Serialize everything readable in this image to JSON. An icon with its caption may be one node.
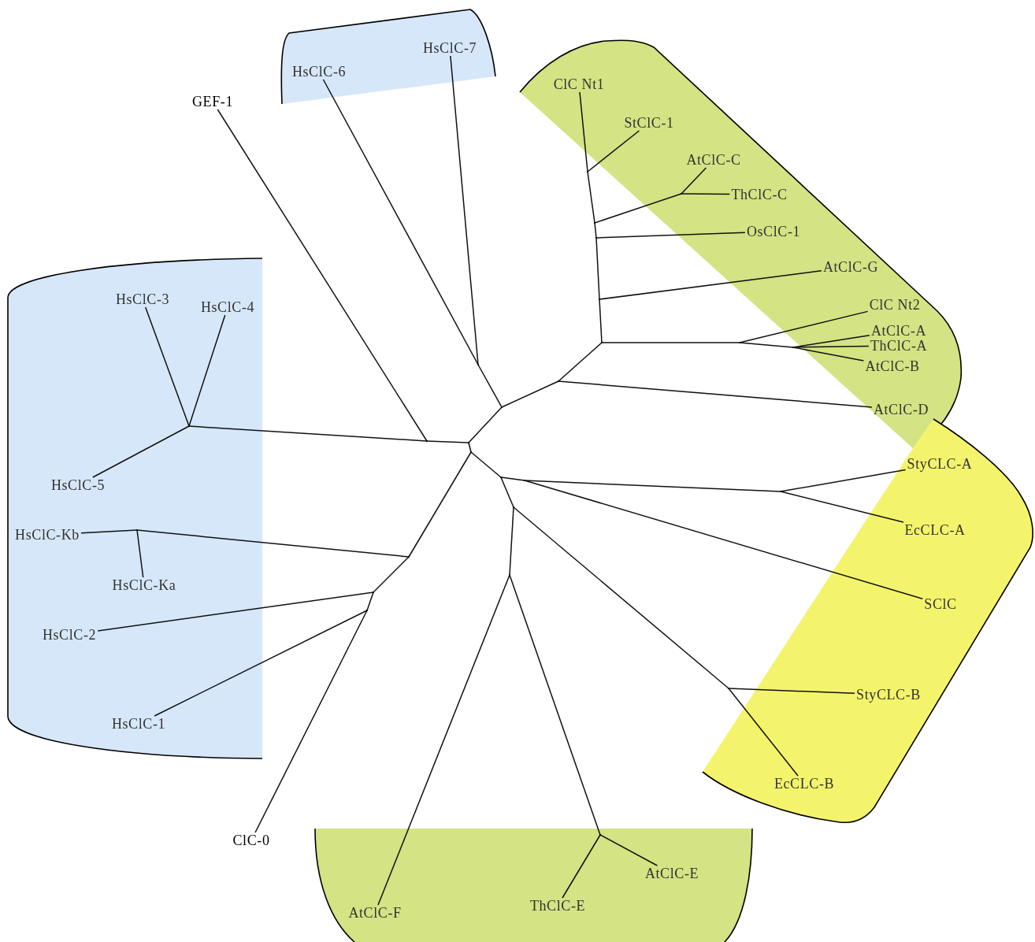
{
  "diagram": {
    "nodes": [
      {
        "text": [],
        "shape": "band"
      },
      {
        "text": [
          "HsClC-6"
        ],
        "in": 0
      },
      {
        "text": [
          "HsClC-7"
        ],
        "in": 0
      },
      {
        "text": [],
        "shape": "band"
      },
      {
        "text": [
          "ClC Nt1"
        ],
        "in": 3
      },
      {
        "text": [
          "StClC-1"
        ],
        "in": 3
      },
      {
        "text": [
          "AtClC-C"
        ],
        "in": 3
      },
      {
        "text": [
          "ThClC-C"
        ],
        "in": 3
      },
      {
        "text": [
          "OsClC-1"
        ],
        "in": 3
      },
      {
        "text": [
          "AtClC-G"
        ],
        "in": 3
      },
      {
        "text": [
          "ClC Nt2"
        ],
        "in": 3
      },
      {
        "text": [
          "AtClC-A"
        ],
        "in": 3
      },
      {
        "text": [
          "ThClC-A"
        ],
        "in": 3
      },
      {
        "text": [
          "AtClC-B"
        ],
        "in": 3
      },
      {
        "text": [
          "AtClC-D"
        ],
        "in": 3
      },
      {
        "text": [],
        "shape": "band"
      },
      {
        "text": [
          "HsClC-3"
        ],
        "in": 15
      },
      {
        "text": [
          "HsClC-4"
        ],
        "in": 15
      },
      {
        "text": [
          "HsClC-5"
        ],
        "in": 15
      },
      {
        "text": [
          "HsClC-Kb"
        ],
        "in": 15
      },
      {
        "text": [
          "HsClC-Ka"
        ],
        "in": 15
      },
      {
        "text": [
          "HsClC-2"
        ],
        "in": 15
      },
      {
        "text": [
          "HsClC-1"
        ],
        "in": 15
      },
      {
        "text": [],
        "shape": "band"
      },
      {
        "text": [
          "StyCLC-A"
        ],
        "in": 23
      },
      {
        "text": [
          "EcCLC-A"
        ],
        "in": 23
      },
      {
        "text": [
          "SClC"
        ],
        "in": 23
      },
      {
        "text": [
          "StyCLC-B"
        ],
        "in": 23
      },
      {
        "text": [
          "EcCLC-B"
        ],
        "in": 23
      },
      {
        "text": [],
        "shape": "band"
      },
      {
        "text": [
          "AtClC-F"
        ],
        "in": 29
      },
      {
        "text": [
          "ThClC-E"
        ],
        "in": 29
      },
      {
        "text": [
          "AtClC-E"
        ],
        "in": 29
      },
      {
        "text": [
          "GEF-1"
        ]
      },
      {
        "text": [
          "ClC-0"
        ]
      },
      {
        "text": [],
        "shape": "point"
      },
      {
        "text": [],
        "shape": "point"
      },
      {
        "text": [],
        "shape": "point"
      },
      {
        "text": [],
        "shape": "point"
      },
      {
        "text": [],
        "shape": "point"
      },
      {
        "text": [],
        "shape": "point"
      },
      {
        "text": [],
        "shape": "point"
      },
      {
        "text": [],
        "shape": "point"
      },
      {
        "text": [],
        "shape": "point"
      },
      {
        "text": [],
        "shape": "point"
      },
      {
        "text": [],
        "shape": "point",
        "in": 3
      },
      {
        "text": [],
        "shape": "point"
      },
      {
        "text": [],
        "shape": "point"
      },
      {
        "text": [],
        "shape": "point"
      },
      {
        "text": [],
        "shape": "point"
      },
      {
        "text": [],
        "shape": "point"
      },
      {
        "text": [],
        "shape": "point"
      },
      {
        "text": [],
        "shape": "point"
      },
      {
        "text": [],
        "shape": "point"
      },
      {
        "text": [],
        "shape": "point"
      },
      {
        "text": [],
        "shape": "point",
        "in": 29
      },
      {
        "text": [],
        "shape": "point"
      },
      {
        "text": [],
        "shape": "point",
        "in": 15
      },
      {
        "text": [],
        "shape": "point"
      },
      {
        "text": [],
        "shape": "point"
      },
      {
        "text": [],
        "shape": "point",
        "in": 15
      }
    ],
    "edges": [
      {
        "from": 35,
        "to": 36,
        "arrow": "none"
      },
      {
        "from": 36,
        "to": 33,
        "arrow": "none"
      },
      {
        "from": 36,
        "to": 60,
        "arrow": "none"
      },
      {
        "from": 60,
        "to": 16,
        "arrow": "none"
      },
      {
        "from": 60,
        "to": 17,
        "arrow": "none"
      },
      {
        "from": 60,
        "to": 18,
        "arrow": "none"
      },
      {
        "from": 35,
        "to": 37,
        "arrow": "none"
      },
      {
        "from": 37,
        "to": 38,
        "arrow": "none"
      },
      {
        "from": 38,
        "to": 1,
        "arrow": "none"
      },
      {
        "from": 38,
        "to": 2,
        "arrow": "none"
      },
      {
        "from": 37,
        "to": 39,
        "arrow": "none"
      },
      {
        "from": 39,
        "to": 14,
        "arrow": "none"
      },
      {
        "from": 39,
        "to": 40,
        "arrow": "none"
      },
      {
        "from": 40,
        "to": 41,
        "arrow": "none"
      },
      {
        "from": 41,
        "to": 9,
        "arrow": "none"
      },
      {
        "from": 41,
        "to": 42,
        "arrow": "none"
      },
      {
        "from": 42,
        "to": 8,
        "arrow": "none"
      },
      {
        "from": 42,
        "to": 43,
        "arrow": "none"
      },
      {
        "from": 43,
        "to": 45,
        "arrow": "none"
      },
      {
        "from": 45,
        "to": 6,
        "arrow": "none"
      },
      {
        "from": 45,
        "to": 7,
        "arrow": "none"
      },
      {
        "from": 43,
        "to": 44,
        "arrow": "none"
      },
      {
        "from": 44,
        "to": 5,
        "arrow": "none"
      },
      {
        "from": 44,
        "to": 4,
        "arrow": "none"
      },
      {
        "from": 40,
        "to": 46,
        "arrow": "none"
      },
      {
        "from": 46,
        "to": 10,
        "arrow": "none"
      },
      {
        "from": 46,
        "to": 47,
        "arrow": "none"
      },
      {
        "from": 47,
        "to": 11,
        "arrow": "none"
      },
      {
        "from": 47,
        "to": 12,
        "arrow": "none"
      },
      {
        "from": 47,
        "to": 13,
        "arrow": "none"
      },
      {
        "from": 35,
        "to": 48,
        "arrow": "none"
      },
      {
        "from": 48,
        "to": 49,
        "arrow": "none"
      },
      {
        "from": 49,
        "to": 50,
        "arrow": "none"
      },
      {
        "from": 50,
        "to": 51,
        "arrow": "none"
      },
      {
        "from": 51,
        "to": 24,
        "arrow": "none"
      },
      {
        "from": 51,
        "to": 25,
        "arrow": "none"
      },
      {
        "from": 50,
        "to": 26,
        "arrow": "none"
      },
      {
        "from": 49,
        "to": 52,
        "arrow": "none"
      },
      {
        "from": 52,
        "to": 54,
        "arrow": "none"
      },
      {
        "from": 54,
        "to": 30,
        "arrow": "none"
      },
      {
        "from": 54,
        "to": 55,
        "arrow": "none"
      },
      {
        "from": 55,
        "to": 31,
        "arrow": "none"
      },
      {
        "from": 55,
        "to": 32,
        "arrow": "none"
      },
      {
        "from": 52,
        "to": 53,
        "arrow": "none"
      },
      {
        "from": 53,
        "to": 27,
        "arrow": "none"
      },
      {
        "from": 53,
        "to": 28,
        "arrow": "none"
      },
      {
        "from": 48,
        "to": 56,
        "arrow": "none"
      },
      {
        "from": 56,
        "to": 57,
        "arrow": "none"
      },
      {
        "from": 57,
        "to": 19,
        "arrow": "none"
      },
      {
        "from": 57,
        "to": 20,
        "arrow": "none"
      },
      {
        "from": 56,
        "to": 58,
        "arrow": "none"
      },
      {
        "from": 58,
        "to": 21,
        "arrow": "none"
      },
      {
        "from": 58,
        "to": 59,
        "arrow": "none"
      },
      {
        "from": 59,
        "to": 22,
        "arrow": "none"
      },
      {
        "from": 59,
        "to": 34,
        "arrow": "none"
      }
    ]
  }
}
